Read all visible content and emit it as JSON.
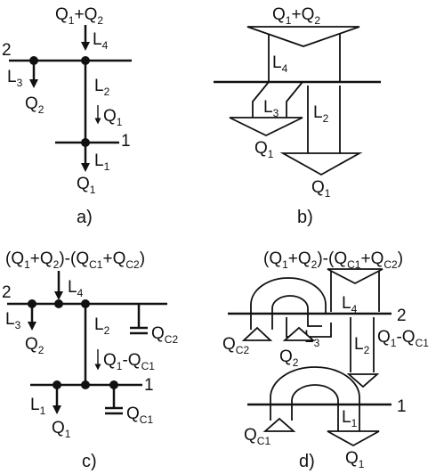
{
  "panels": {
    "a": {
      "caption": "a)",
      "top_flow": {
        "p1": "Q",
        "s1": "1",
        "mid": "+Q",
        "s2": "2"
      },
      "bus_upper": "2",
      "bus_lower": "1",
      "L4": {
        "b": "L",
        "s": "4"
      },
      "L3": {
        "b": "L",
        "s": "3"
      },
      "L2": {
        "b": "L",
        "s": "2"
      },
      "L1": {
        "b": "L",
        "s": "1"
      },
      "Q2": {
        "b": "Q",
        "s": "2"
      },
      "Q1mid": {
        "b": "Q",
        "s": "1"
      },
      "Q1out": {
        "b": "Q",
        "s": "1"
      }
    },
    "b": {
      "caption": "b)",
      "top_flow": {
        "p1": "Q",
        "s1": "1",
        "mid": "+Q",
        "s2": "2"
      },
      "L4": {
        "b": "L",
        "s": "4"
      },
      "L3": {
        "b": "L",
        "s": "3"
      },
      "L2": {
        "b": "L",
        "s": "2"
      },
      "Q1left": {
        "b": "Q",
        "s": "1"
      },
      "Q1out": {
        "b": "Q",
        "s": "1"
      }
    },
    "c": {
      "caption": "c)",
      "top_flow": {
        "t1": "(Q",
        "s1": "1",
        "t2": "+Q",
        "s2": "2",
        "t3": ")-(Q",
        "s3": "C1",
        "t4": "+Q",
        "s4": "C2",
        "t5": ")"
      },
      "bus_upper": "2",
      "bus_lower": "1",
      "L4": {
        "b": "L",
        "s": "4"
      },
      "L3": {
        "b": "L",
        "s": "3"
      },
      "L2": {
        "b": "L",
        "s": "2"
      },
      "L1": {
        "b": "L",
        "s": "1"
      },
      "Q2": {
        "b": "Q",
        "s": "2"
      },
      "QC2": {
        "b": "Q",
        "s": "C2"
      },
      "QC1": {
        "b": "Q",
        "s": "C1"
      },
      "Q1out": {
        "b": "Q",
        "s": "1"
      },
      "Qdiff": {
        "t1": "Q",
        "s1": "1",
        "t2": "-Q",
        "s2": "C1"
      }
    },
    "d": {
      "caption": "d)",
      "top_flow": {
        "t1": "(Q",
        "s1": "1",
        "t2": "+Q",
        "s2": "2",
        "t3": ")-(Q",
        "s3": "C1",
        "t4": "+Q",
        "s4": "C2",
        "t5": ")"
      },
      "bus_upper": "2",
      "bus_lower": "1",
      "L4": {
        "b": "L",
        "s": "4"
      },
      "L3": {
        "b": "L",
        "s": "3"
      },
      "L2": {
        "b": "L",
        "s": "2"
      },
      "L1": {
        "b": "L",
        "s": "1"
      },
      "QC2": {
        "b": "Q",
        "s": "C2"
      },
      "Q2": {
        "b": "Q",
        "s": "2"
      },
      "QC1": {
        "b": "Q",
        "s": "C1"
      },
      "Q1out": {
        "b": "Q",
        "s": "1"
      },
      "Qdiff": {
        "t1": "Q",
        "s1": "1",
        "t2": "-Q",
        "s2": "C1"
      }
    }
  }
}
